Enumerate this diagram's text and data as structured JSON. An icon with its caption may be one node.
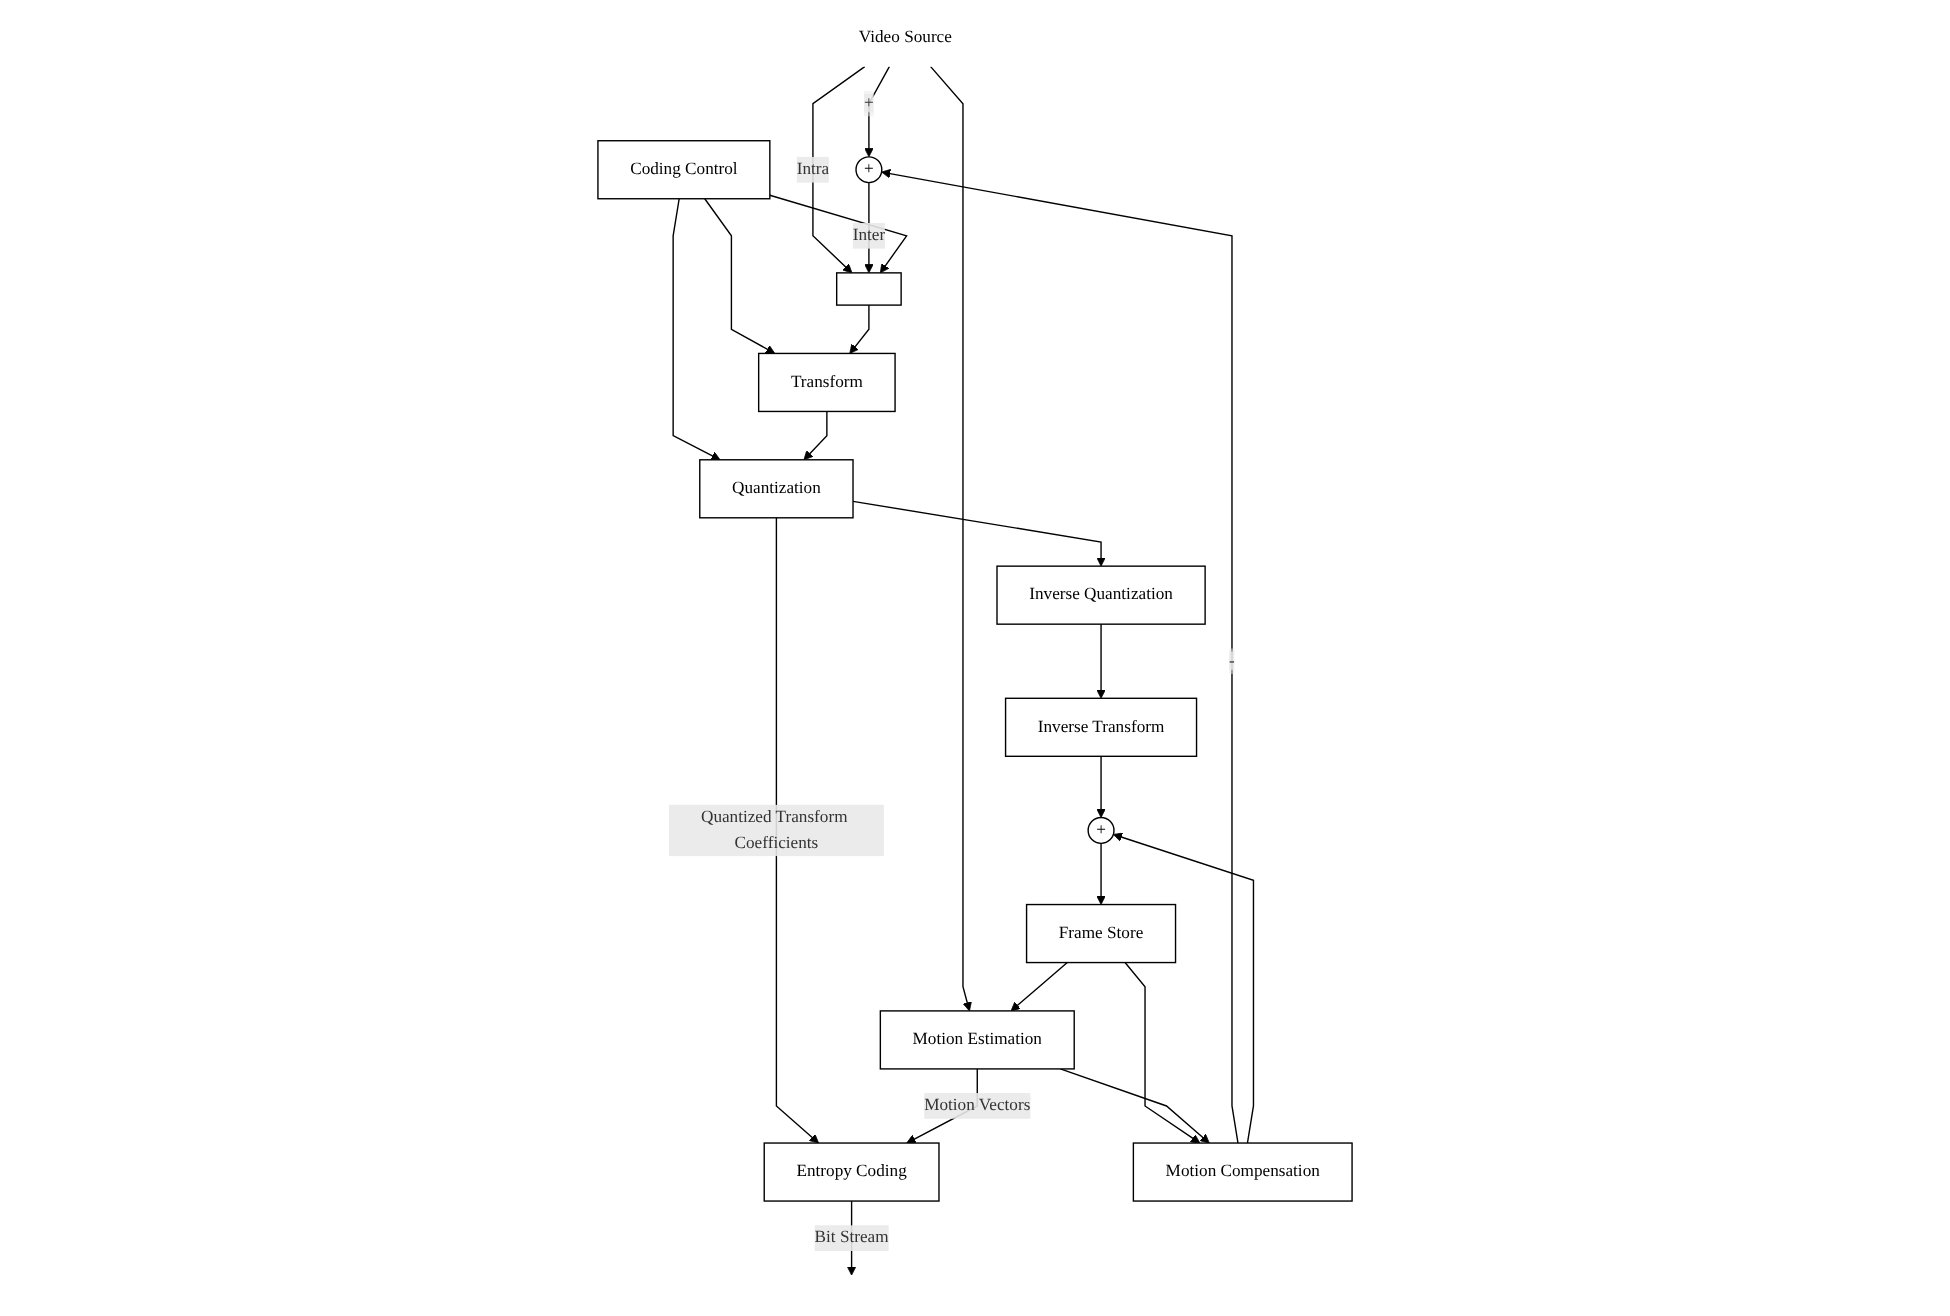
{
  "diagram": {
    "nodes": [
      {
        "text": [
          "Video Source"
        ]
      },
      {
        "text": [
          "Coding Control"
        ]
      },
      {
        "text": [
          "+"
        ]
      },
      {
        "text": [],
        "shape": "box"
      },
      {
        "text": [
          "Transform"
        ]
      },
      {
        "text": [
          "Quantization"
        ]
      },
      {
        "text": [
          "Inverse Quantization"
        ]
      },
      {
        "text": [
          "Entropy Coding"
        ]
      },
      {
        "text": [
          "Inverse Transform"
        ]
      },
      {
        "text": [
          "+"
        ]
      },
      {
        "text": [
          "Motion Compensation"
        ]
      },
      {
        "text": [
          "Frame Store"
        ]
      },
      {
        "text": [
          "Motion Estimation"
        ]
      }
    ],
    "edges": [
      {
        "from": 0,
        "to": 2,
        "arrow": "to",
        "label": "+"
      },
      {
        "from": 0,
        "to": 3,
        "arrow": "to",
        "label": "Intra"
      },
      {
        "from": 0,
        "to": 12,
        "arrow": "to"
      },
      {
        "from": 2,
        "to": 3,
        "arrow": "to",
        "label": "Inter"
      },
      {
        "from": 10,
        "to": 2,
        "arrow": "to",
        "label": "-"
      },
      {
        "from": 1,
        "to": 3,
        "arrow": "to"
      },
      {
        "from": 1,
        "to": 4,
        "arrow": "to"
      },
      {
        "from": 1,
        "to": 5,
        "arrow": "to"
      },
      {
        "from": 3,
        "to": 4,
        "arrow": "to"
      },
      {
        "from": 4,
        "to": 5,
        "arrow": "to"
      },
      {
        "from": 5,
        "to": 7,
        "arrow": "to",
        "label": "Quantized Transform Coefficients"
      },
      {
        "from": 5,
        "to": 6,
        "arrow": "to"
      },
      {
        "from": 6,
        "to": 8,
        "arrow": "to"
      },
      {
        "from": 8,
        "to": 9,
        "arrow": "to"
      },
      {
        "from": 10,
        "to": 9,
        "arrow": "to"
      },
      {
        "from": 9,
        "to": 11,
        "arrow": "to"
      },
      {
        "from": 11,
        "to": 10,
        "arrow": "to"
      },
      {
        "from": 11,
        "to": 12,
        "arrow": "to"
      },
      {
        "from": 12,
        "to": 10,
        "arrow": "to"
      },
      {
        "from": 12,
        "to": 7,
        "arrow": "to",
        "label": "Motion Vectors"
      },
      {
        "from": 7,
        "to": null,
        "arrow": "to",
        "label": "Bit Stream"
      }
    ]
  }
}
